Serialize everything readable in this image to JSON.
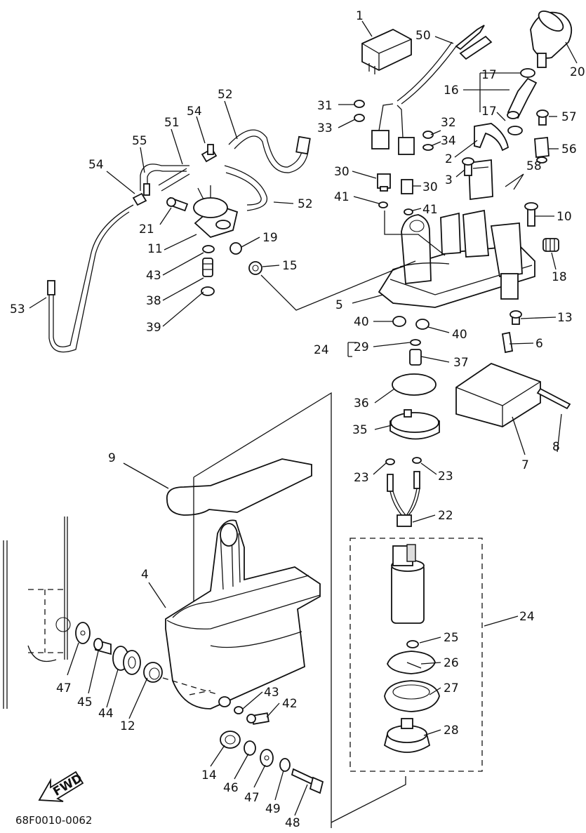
{
  "diagram": {
    "drawing_code": "68F0010-0062",
    "fwd_label": "FWD",
    "callouts": [
      "1",
      "2",
      "3",
      "4",
      "5",
      "6",
      "7",
      "8",
      "9",
      "10",
      "11",
      "12",
      "13",
      "14",
      "15",
      "16",
      "17",
      "17",
      "18",
      "19",
      "20",
      "21",
      "22",
      "23",
      "23",
      "24",
      "24",
      "25",
      "26",
      "27",
      "28",
      "29",
      "30",
      "30",
      "31",
      "32",
      "33",
      "34",
      "35",
      "36",
      "37",
      "38",
      "39",
      "40",
      "40",
      "41",
      "41",
      "42",
      "43",
      "43",
      "44",
      "45",
      "46",
      "47",
      "47",
      "48",
      "49",
      "50",
      "51",
      "52",
      "52",
      "53",
      "54",
      "54",
      "55",
      "56",
      "57",
      "58"
    ]
  }
}
